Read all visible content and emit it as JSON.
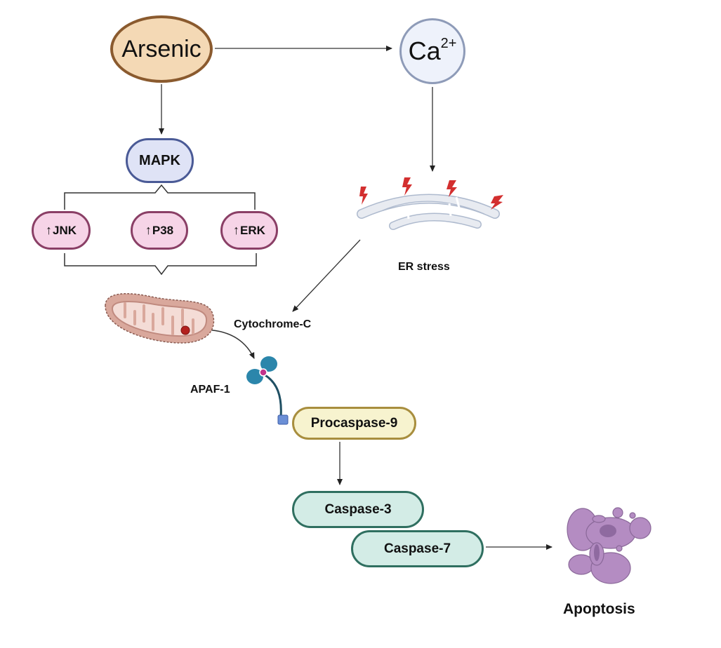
{
  "diagram": {
    "title": "Arsenic-induced apoptosis signaling pathway",
    "nodes": {
      "arsenic": "Arsenic",
      "calcium": {
        "base": "Ca",
        "superscript": "2+"
      },
      "mapk": "MAPK",
      "jnk": "JNK",
      "p38": "P38",
      "erk": "ERK",
      "up_arrow_glyph": "↑",
      "er_stress": "ER stress",
      "cytochrome_c": "Cytochrome-C",
      "apaf1": "APAF-1",
      "procaspase9": "Procaspase-9",
      "caspase3": "Caspase-3",
      "caspase7": "Caspase-7",
      "apoptosis": "Apoptosis"
    },
    "edges": [
      {
        "from": "Arsenic",
        "to": "Ca2+",
        "type": "arrow"
      },
      {
        "from": "Arsenic",
        "to": "MAPK",
        "type": "arrow"
      },
      {
        "from": "MAPK",
        "to": [
          "JNK",
          "P38",
          "ERK"
        ],
        "type": "bracket"
      },
      {
        "from": [
          "JNK",
          "P38",
          "ERK"
        ],
        "to": "Mitochondrion",
        "type": "bracket"
      },
      {
        "from": "Ca2+",
        "to": "ER stress",
        "type": "arrow"
      },
      {
        "from": "ER stress",
        "to": "Cytochrome-C",
        "type": "arrow"
      },
      {
        "from": "Cytochrome-C",
        "to": "APAF-1",
        "type": "curved-arrow"
      },
      {
        "from": "APAF-1",
        "to": "Procaspase-9",
        "type": "binding"
      },
      {
        "from": "Procaspase-9",
        "to": "Caspase-3",
        "type": "arrow"
      },
      {
        "from": "Caspase-7",
        "to": "Apoptosis",
        "type": "arrow"
      }
    ],
    "colors": {
      "arsenic_fill": "#f4d9b5",
      "arsenic_border": "#8a5a2e",
      "calcium_fill": "#eef2fb",
      "calcium_border": "#8e9bb8",
      "mapk_fill": "#dfe3f6",
      "mapk_border": "#4a5a96",
      "kinase_fill": "#f6d4e7",
      "kinase_border": "#8a3f66",
      "procaspase_fill": "#f7f3cf",
      "procaspase_border": "#a88e3e",
      "caspase_fill": "#d3ece6",
      "caspase_border": "#2f6f60",
      "lightning": "#d32f2f",
      "er_fill": "#e8ebf1",
      "er_border": "#aebace",
      "mito_fill": "#d9a89c",
      "mito_inner": "#f4dcd6",
      "apaf_blue": "#2b86ab",
      "cytc_red": "#b3211e",
      "apoptotic_cell": "#b48cc2"
    }
  }
}
